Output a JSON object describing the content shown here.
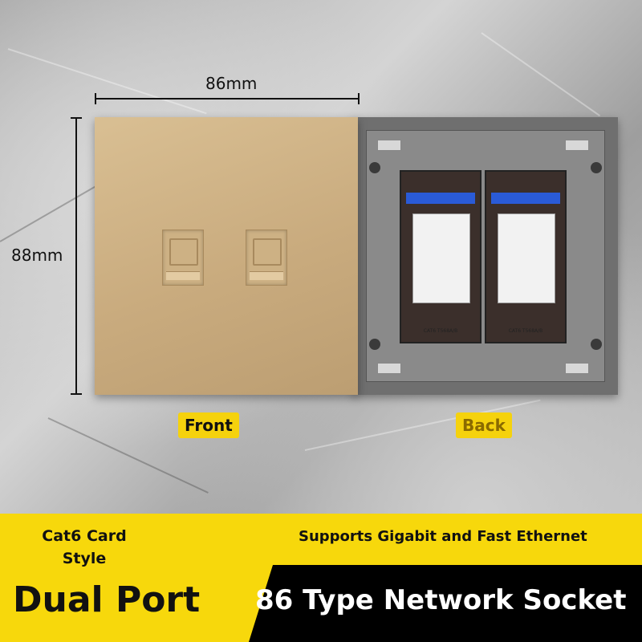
{
  "dimensions": {
    "width_label": "86mm",
    "height_label": "88mm"
  },
  "labels": {
    "front": "Front",
    "back": "Back"
  },
  "module_text": "CAT6 T568A/B",
  "banner": {
    "card_style": "Cat6 Card Style",
    "supports": "Supports Gigabit and Fast Ethernet",
    "dual_port": "Dual Port",
    "product_name": "86 Type Network Socket"
  },
  "colors": {
    "banner_yellow": "#f7d80c",
    "panel_gold": "#c9ab7e",
    "back_gray": "#6f6f6f"
  }
}
